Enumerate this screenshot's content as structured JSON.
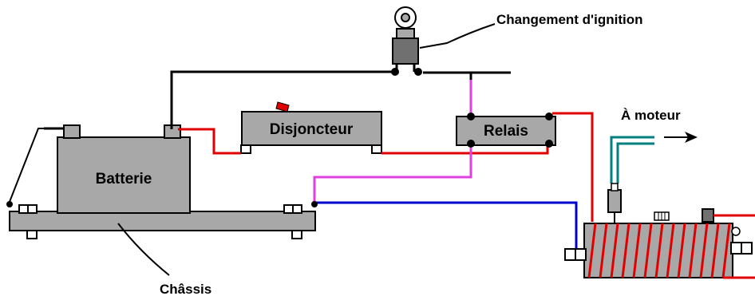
{
  "labels": {
    "ignition": "Changement d'ignition",
    "battery": "Batterie",
    "breaker": "Disjoncteur",
    "relay": "Relais",
    "to_motor": "À moteur",
    "chassis": "Châssis"
  },
  "colors": {
    "black_wire": "#000000",
    "red_wire": "#e00000",
    "pink_wire": "#e040e0",
    "blue_wire": "#0000cc",
    "teal_wire": "#008080",
    "component_gray": "#a8a8a8",
    "coil_red": "#e00000"
  }
}
